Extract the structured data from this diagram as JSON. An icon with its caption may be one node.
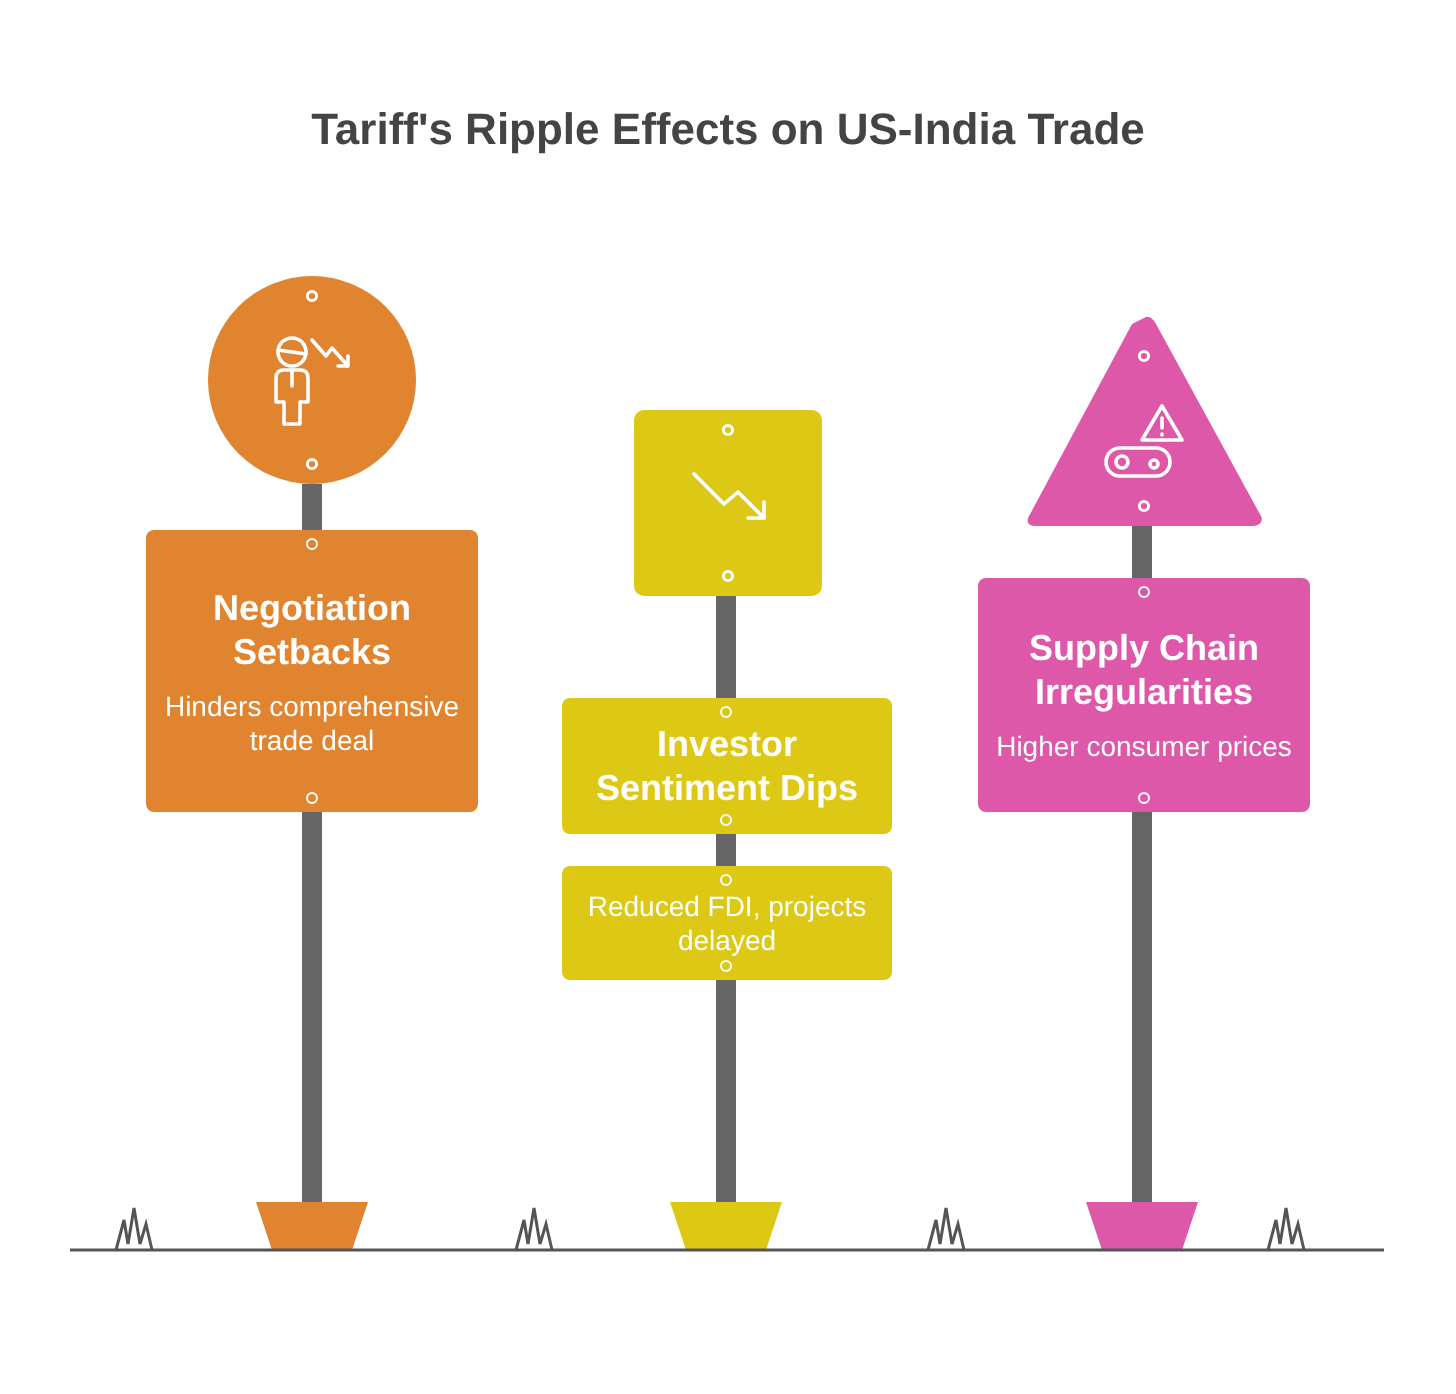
{
  "diagram": {
    "title": "Tariff's Ripple Effects on US-India Trade",
    "nodes": [
      {
        "text": [],
        "shape": "circle"
      },
      {
        "text": [
          "Negotiation Setbacks",
          "Hinders comprehensive trade deal"
        ]
      },
      {
        "text": [],
        "shape": "box"
      },
      {
        "text": [
          "Investor Sentiment Dips"
        ]
      },
      {
        "text": [
          "Reduced FDI, projects delayed"
        ]
      },
      {
        "text": [],
        "shape": "triangle"
      },
      {
        "text": [
          "Supply Chain Irregularities",
          "Higher consumer prices"
        ]
      }
    ],
    "edges": []
  }
}
